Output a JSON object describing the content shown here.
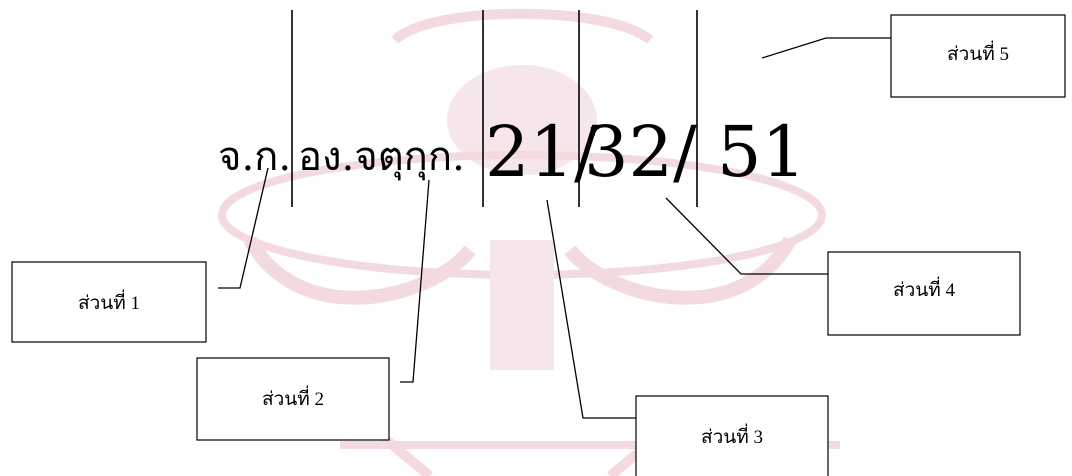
{
  "code": {
    "prefix": "จ.ก.",
    "subject": "อง.จตุกุก.",
    "part3": "21/",
    "part4": "32/",
    "part5": "51"
  },
  "labels": [
    "ส่วนที่ 1",
    "ส่วนที่ 2",
    "ส่วนที่ 3",
    "ส่วนที่ 4",
    "ส่วนที่ 5"
  ],
  "watermark": {
    "icon": "university-emblem-watermark",
    "color": "#f3dadf"
  }
}
